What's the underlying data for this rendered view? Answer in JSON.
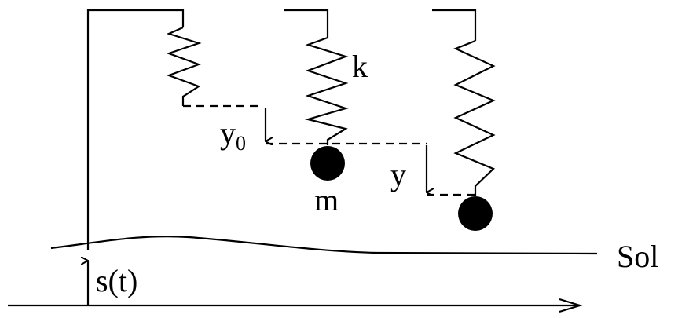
{
  "labels": {
    "y0_main": "y",
    "y0_sub": "0",
    "k": "k",
    "m": "m",
    "y": "y",
    "sol": "Sol",
    "s_t": "s(t)"
  },
  "colors": {
    "ink": "#000000",
    "background": "#ffffff"
  }
}
